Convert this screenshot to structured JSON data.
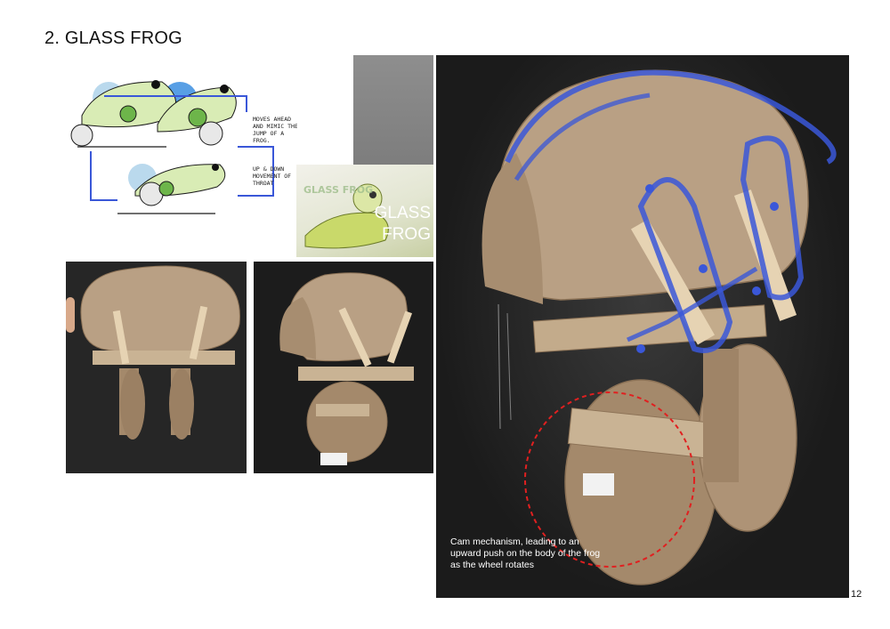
{
  "page": {
    "title": "2. GLASS FROG",
    "page_number": "12"
  },
  "sketch": {
    "note1_line1": "MOVES AHEAD",
    "note1_line2": "AND MIMIC THE",
    "note1_line3": "JUMP OF A",
    "note1_line4": "FROG.",
    "note2_line1": "UP & DOWN",
    "note2_line2": "MOVEMENT OF",
    "note2_line3": "THROAT"
  },
  "branding": {
    "line1": "GLASS",
    "line2": "FROG",
    "thumb_text": "GLASS FROG"
  },
  "main_photo": {
    "caption": "Cam mechanism, leading to an upward push on the body of the frog as the wheel rotates"
  },
  "colors": {
    "sketch_blue": "#3a57d8",
    "highlight_circle": "#e02020",
    "cardboard": "#b9a084"
  }
}
